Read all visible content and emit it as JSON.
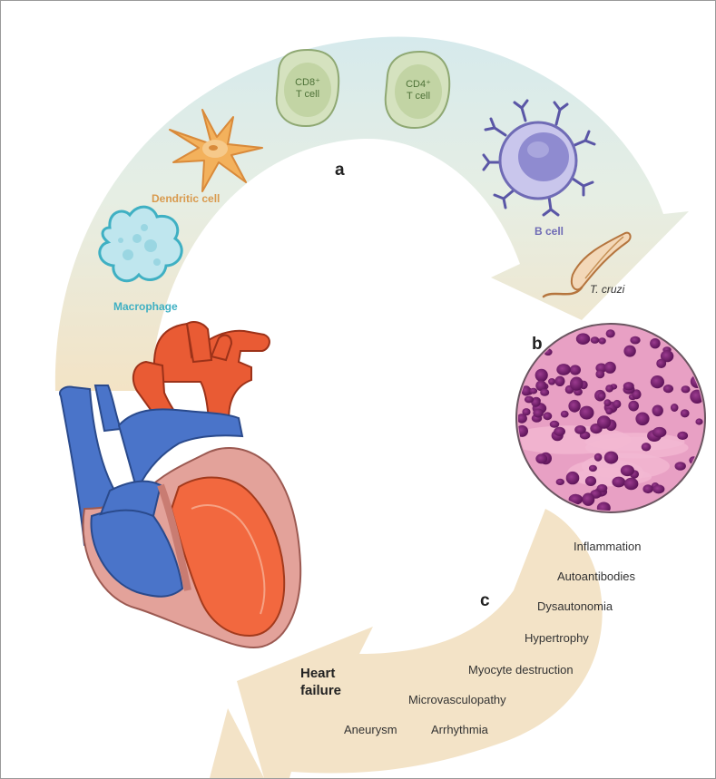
{
  "labels": {
    "panel_a": "a",
    "panel_b": "b",
    "panel_c": "c"
  },
  "cells": {
    "macrophage": "Macrophage",
    "dendritic": "Dendritic cell",
    "cd8_line1": "CD8⁺",
    "cd8_line2": "T cell",
    "cd4_line1": "CD4⁺",
    "cd4_line2": "T cell",
    "b_cell": "B cell",
    "parasite": "T. cruzi"
  },
  "effects": [
    "Inflammation",
    "Autoantibodies",
    "Dysautonomia",
    "Hypertrophy",
    "Myocyte destruction",
    "Microvasculopathy",
    "Arrhythmia",
    "Aneurysm"
  ],
  "outcome": {
    "line1": "Heart",
    "line2": "failure"
  },
  "colors": {
    "arrow_top": "#d4e8ea",
    "arrow_bottom": "#f1e1c2",
    "macrophage": "#3fb0c3",
    "dendritic": "#d99a4e",
    "t_cell": "#4e7238",
    "b_cell": "#6f6bb5",
    "heart_right": "#4a74c9",
    "heart_left": "#e85f3c",
    "histology_nuclei": "#7a1f6e",
    "histology_stroma": "#e8a5c4"
  }
}
